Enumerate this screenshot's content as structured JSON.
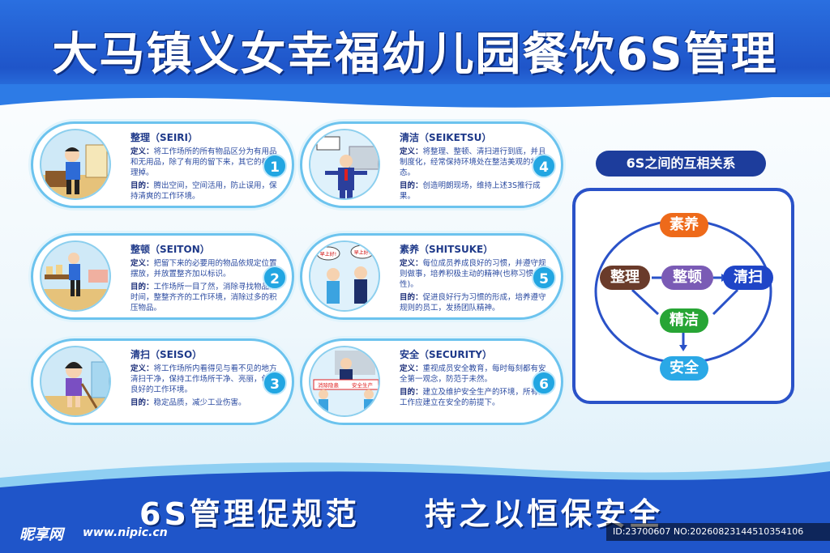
{
  "title": "大马镇义女幸福幼儿园餐饮6S管理",
  "cards": [
    {
      "num": "1",
      "heading": "整理（SEIRI）",
      "def_label": "定义：",
      "def": "将工作场所的所有物品区分为有用品和无用品，除了有用的留下来，其它的都清理掉。",
      "goal_label": "目的：",
      "goal": "腾出空间，空间活用，防止误用，保持清爽的工作环境。"
    },
    {
      "num": "2",
      "heading": "整顿（SEITON）",
      "def_label": "定义：",
      "def": "把留下来的必要用的物品依规定位置摆放，并放置整齐加以标识。",
      "goal_label": "目的：",
      "goal": "工作场所一目了然，消除寻找物品的时间，整整齐齐的工作环境，消除过多的积压物品。"
    },
    {
      "num": "3",
      "heading": "清扫（SEISO）",
      "def_label": "定义：",
      "def": "将工作场所内看得见与看不见的地方清扫干净，保持工作场所干净、亮丽，创造良好的工作环境。",
      "goal_label": "目的：",
      "goal": "稳定品质，减少工业伤害。"
    },
    {
      "num": "4",
      "heading": "清洁（SEIKETSU）",
      "def_label": "定义：",
      "def": "将整理、整顿、清扫进行到底，并且制度化，经常保持环境处在整洁美观的状态。",
      "goal_label": "目的：",
      "goal": "创造明朗现场，维持上述3S推行成果。"
    },
    {
      "num": "5",
      "heading": "素养（SHITSUKE）",
      "def_label": "定义：",
      "def": "每位成员养成良好的习惯，并遵守规则做事，培养积极主动的精神(也称习惯性)。",
      "goal_label": "目的：",
      "goal": "促进良好行为习惯的形成，培养遵守规则的员工，发扬团队精神。"
    },
    {
      "num": "6",
      "heading": "安全（SECURITY）",
      "def_label": "定义：",
      "def": "重视成员安全教育，每时每刻都有安全第一观念，防范于未然。",
      "goal_label": "目的：",
      "goal": "建立及维护安全生产的环境，所有的工作应建立在安全的前提下。"
    }
  ],
  "picture_labels": {
    "morning_1": "早上好!",
    "morning_2": "早上好!",
    "banner_1": "消除隐患",
    "banner_2": "安全生产"
  },
  "relation": {
    "title": "6S之间的互相关系",
    "nodes": {
      "suyang": "素养",
      "zhengli": "整理",
      "zhengdun": "整顿",
      "qingsao": "清扫",
      "jingjie": "精洁",
      "anquan": "安全"
    },
    "colors": {
      "suyang": "#ee6a1a",
      "zhengli": "#6a3b2a",
      "zhengdun": "#7a5bb5",
      "qingsao": "#1f45c7",
      "jingjie": "#27a535",
      "anquan": "#2aa8e6",
      "line": "#2a52c8"
    }
  },
  "slogans": {
    "left": "6S管理促规范",
    "right": "持之以恒保安全"
  },
  "watermark": {
    "logo": "昵享网",
    "url": "www.nipic.cn",
    "id": "ID:23700607 NO:20260823144510354106"
  }
}
